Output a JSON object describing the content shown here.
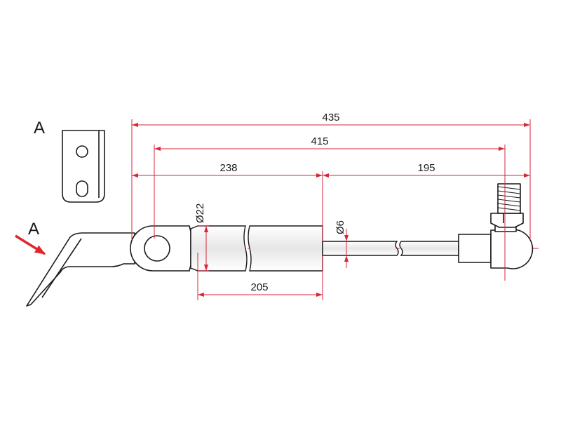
{
  "view_label_detail": "A",
  "view_label_arrow": "A",
  "dimensions": {
    "overall_length": "435",
    "mount_to_eye": "415",
    "cylinder_section": "238",
    "rod_section": "195",
    "body_length": "205",
    "body_diameter": "Ø22",
    "rod_diameter": "Ø6"
  },
  "colors": {
    "dimension_lines": "#d8263a",
    "outline": "#1a1a1a",
    "arrow": "#e0252d"
  }
}
